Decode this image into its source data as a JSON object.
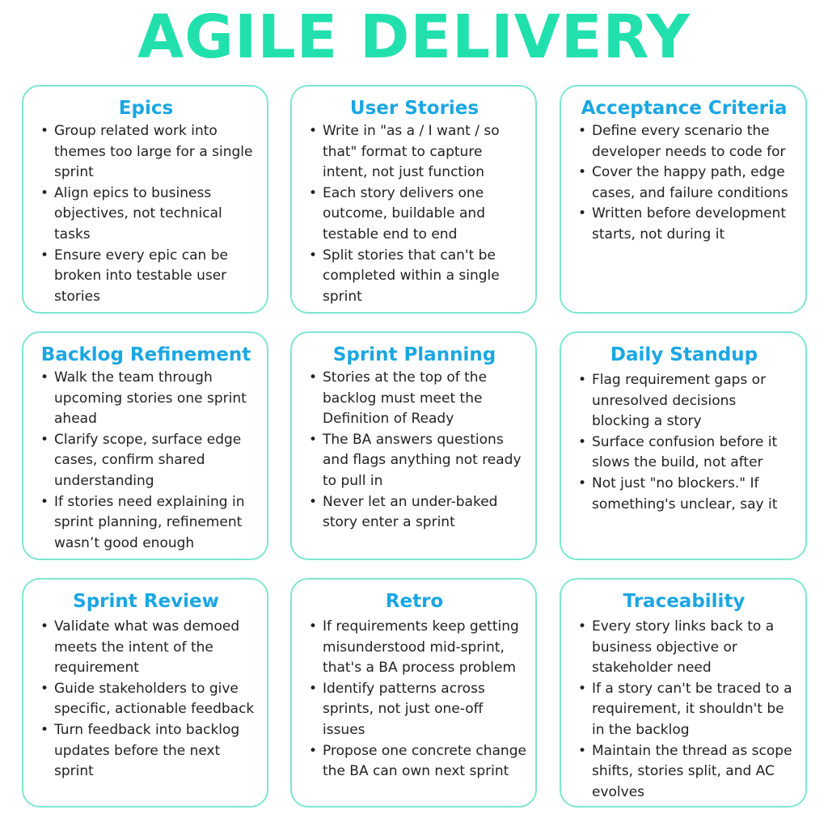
{
  "title": "AGILE DELIVERY",
  "cards": [
    {
      "heading": "Epics",
      "bullets": [
        "Group related work into themes too large for a single sprint",
        "Align epics to business objectives, not technical tasks",
        "Ensure every epic can be broken into testable user stories"
      ]
    },
    {
      "heading": "User Stories",
      "bullets": [
        "Write in \"as a / I want / so that\" format to capture intent, not just function",
        "Each story delivers one outcome, buildable and testable end to end",
        "Split stories that can't be completed within a single sprint"
      ]
    },
    {
      "heading": "Acceptance Criteria",
      "bullets": [
        "Define every scenario the developer needs to code for",
        "Cover the happy path, edge cases, and failure conditions",
        "Written before development starts, not during it"
      ]
    },
    {
      "heading": "Backlog Refinement",
      "bullets": [
        "Walk the team through upcoming stories one sprint ahead",
        "Clarify scope, surface edge cases, confirm shared understanding",
        "If stories need explaining in sprint planning, refinement wasn’t good enough"
      ]
    },
    {
      "heading": "Sprint Planning",
      "bullets": [
        "Stories at the top of the backlog must meet the Definition of Ready",
        "The BA answers questions and flags anything not ready to pull in",
        "Never let an under-baked story enter a sprint"
      ]
    },
    {
      "heading": "Daily Standup",
      "bullets": [
        "Flag requirement gaps or unresolved decisions blocking a story",
        "Surface confusion before it slows the build, not after",
        "Not just \"no blockers.\" If something's unclear, say it"
      ]
    },
    {
      "heading": "Sprint Review",
      "bullets": [
        "Validate what was demoed meets the intent of the requirement",
        "Guide stakeholders to give specific, actionable feedback",
        "Turn feedback into backlog updates before the next sprint"
      ]
    },
    {
      "heading": "Retro",
      "bullets": [
        "If requirements keep getting misunderstood mid-sprint, that's a BA process problem",
        "Identify patterns across sprints, not just one-off issues",
        "Propose one concrete change the BA can own next sprint"
      ]
    },
    {
      "heading": "Traceability",
      "bullets": [
        "Every story links back to a business objective or stakeholder need",
        "If a story can't be traced to a requirement, it shouldn't be in the backlog",
        "Maintain the thread as scope shifts, stories split, and AC evolves"
      ]
    }
  ]
}
